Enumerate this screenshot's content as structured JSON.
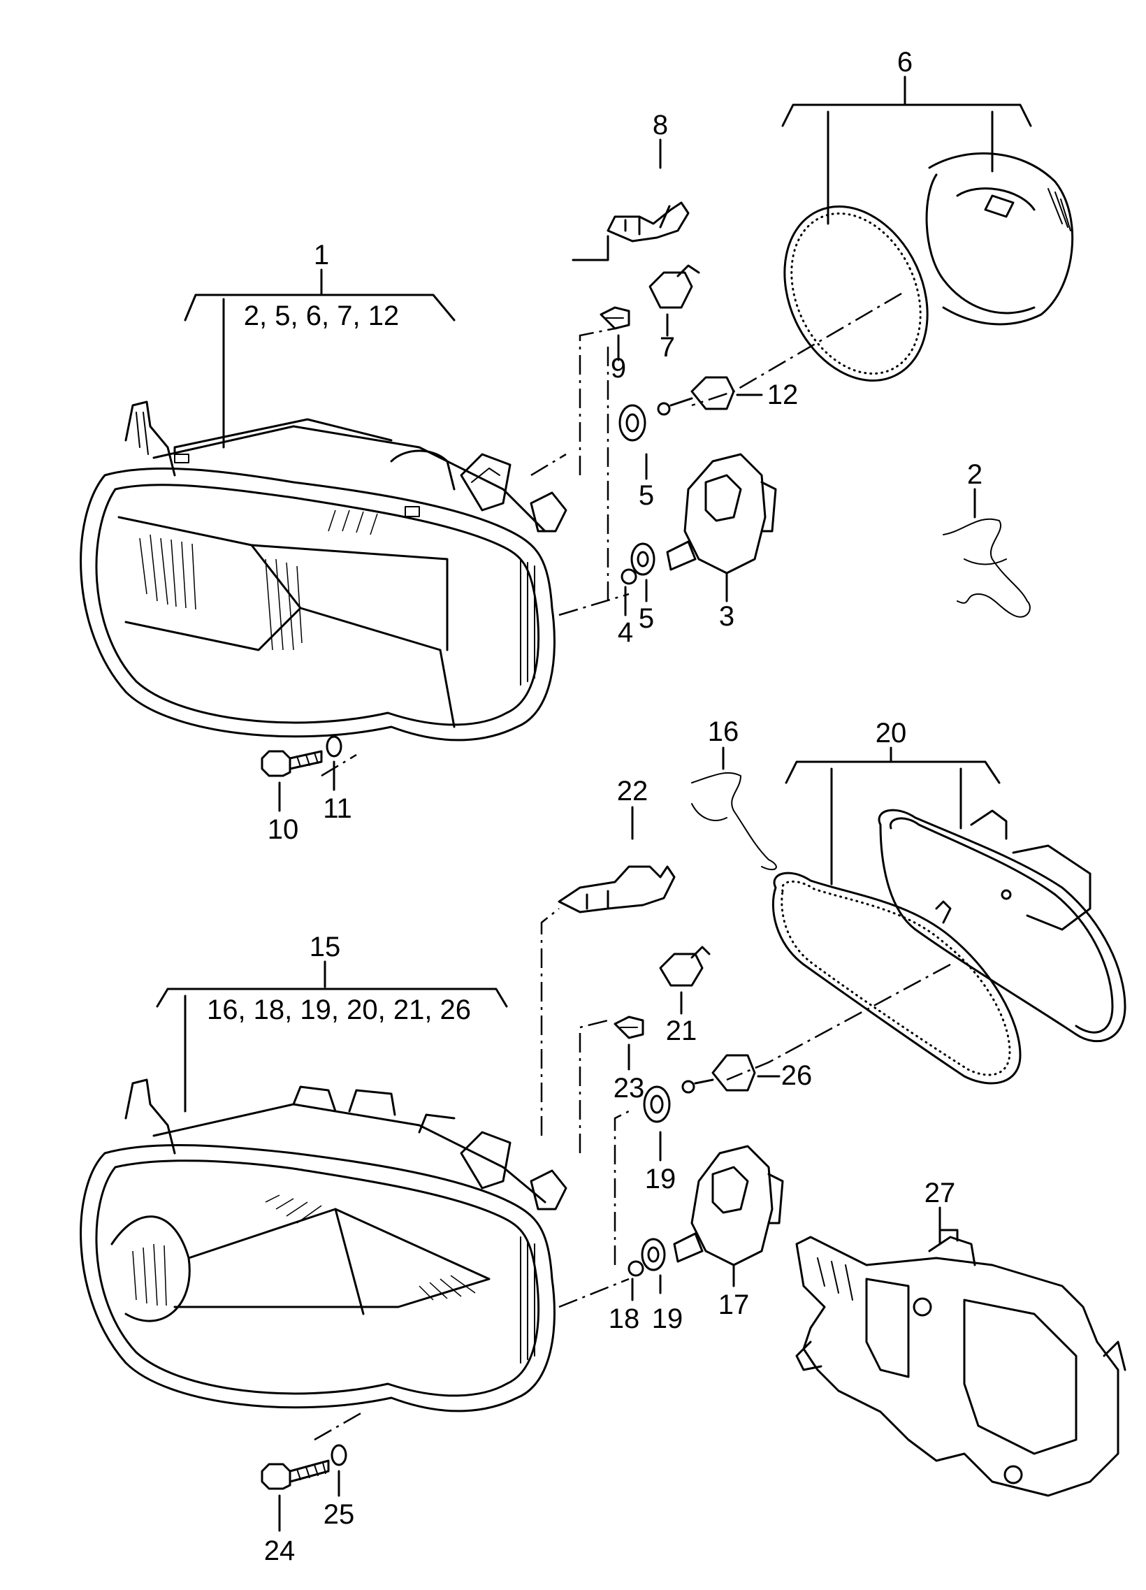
{
  "callouts": {
    "c1": "1",
    "c1_sub": "2, 5, 6, 7, 12",
    "c2": "2",
    "c3": "3",
    "c4": "4",
    "c5a": "5",
    "c5b": "5",
    "c6": "6",
    "c7": "7",
    "c8": "8",
    "c9": "9",
    "c10": "10",
    "c11": "11",
    "c12": "12",
    "c15": "15",
    "c15_sub": "16, 18, 19, 20, 21, 26",
    "c16": "16",
    "c17": "17",
    "c18": "18",
    "c19a": "19",
    "c19b": "19",
    "c20": "20",
    "c21": "21",
    "c22": "22",
    "c23": "23",
    "c24": "24",
    "c25": "25",
    "c26": "26",
    "c27": "27"
  }
}
